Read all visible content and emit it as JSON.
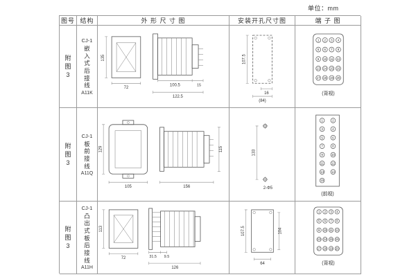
{
  "unit_label": "单位：mm",
  "table": {
    "headers": [
      "图号",
      "结构",
      "外 形 尺 寸 图",
      "安装开孔尺寸图",
      "端 子 图"
    ],
    "rows": [
      {
        "fig": "附图3",
        "structure": {
          "series": "CJ-1",
          "desc": "嵌入式后接线",
          "model": "A11K"
        },
        "dims": {
          "height": "135",
          "width": "72",
          "body": "100.5",
          "total": "122.5",
          "tail": "15"
        },
        "install": {
          "height": "107.5",
          "w1": "16",
          "w2": "(84)"
        },
        "terminal": {
          "view": "(背视)",
          "numbers": [
            1,
            2,
            3,
            4,
            5,
            6,
            7,
            8,
            9,
            10,
            11,
            12,
            13,
            14,
            15,
            16,
            17,
            18,
            19,
            20
          ]
        }
      },
      {
        "fig": "附图3",
        "structure": {
          "series": "CJ-1",
          "desc": "板前接线",
          "model": "A11Q"
        },
        "dims": {
          "height": "129",
          "width": "105",
          "length": "156",
          "depth": "115"
        },
        "install": {
          "height": "133",
          "holes": "2-Φ5"
        },
        "terminal": {
          "view": "(前视)",
          "numbers": [
            1,
            2,
            3,
            4,
            5,
            6,
            7,
            8,
            9,
            10,
            11,
            12,
            13,
            14,
            15,
            null
          ]
        }
      },
      {
        "fig": "附图3",
        "structure": {
          "series": "CJ-1",
          "desc": "凸出式板后接线",
          "model": "A11H"
        },
        "dims": {
          "height": "113",
          "width": "72",
          "plate": "31.5",
          "pin": "9.5",
          "total": "126"
        },
        "install": {
          "height": "107.5",
          "height2": "104",
          "width": "64"
        },
        "terminal": {
          "view": "(背视)",
          "numbers": [
            1,
            2,
            3,
            4,
            5,
            6,
            7,
            8,
            9,
            10,
            11,
            12,
            13,
            14,
            15,
            16,
            17,
            18,
            19,
            20
          ]
        }
      }
    ]
  }
}
